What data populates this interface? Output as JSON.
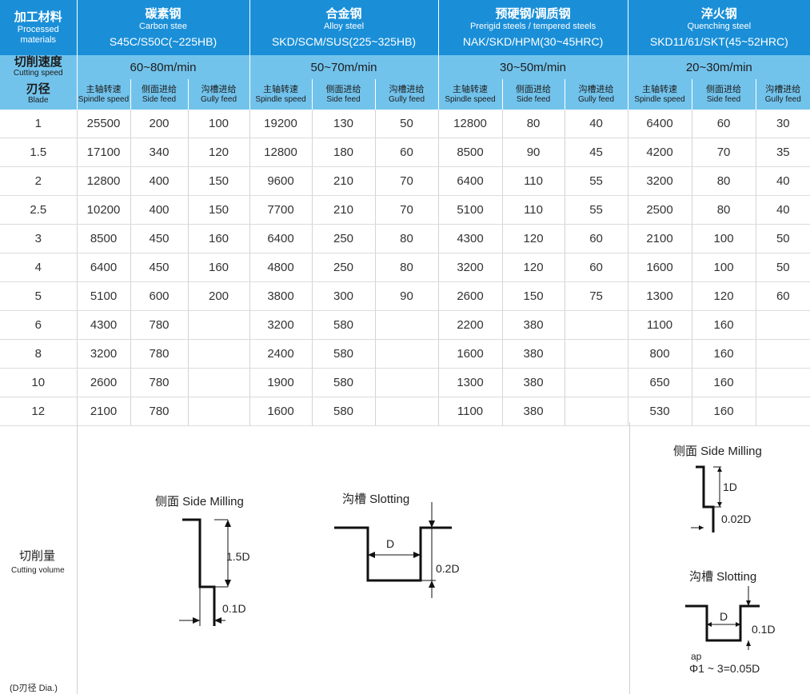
{
  "header": {
    "material_zh": "加工材料",
    "material_en": "Processed materials",
    "speed_zh": "切削速度",
    "speed_en": "Cutting speed",
    "blade_zh": "刃径",
    "blade_en": "Blade"
  },
  "materials": [
    {
      "zh": "碳素钢",
      "en": "Carbon stee",
      "spec": "S45C/S50C(~225HB)",
      "speed": "60~80m/min"
    },
    {
      "zh": "合金钢",
      "en": "Alloy steel",
      "spec": "SKD/SCM/SUS(225~325HB)",
      "speed": "50~70m/min"
    },
    {
      "zh": "预硬钢/调质钢",
      "en": "Prerigid steels / tempered steels",
      "spec": "NAK/SKD/HPM(30~45HRC)",
      "speed": "30~50m/min"
    },
    {
      "zh": "淬火钢",
      "en": "Quenching steel",
      "spec": "SKD11/61/SKT(45~52HRC)",
      "speed": "20~30m/min"
    }
  ],
  "subheaders": {
    "spindle_zh": "主轴转速",
    "spindle_en": "Spindle speed",
    "side_zh": "侧面进给",
    "side_en": "Side feed",
    "gully_zh": "沟槽进给",
    "gully_en": "Gully feed"
  },
  "rows": [
    [
      "1",
      "25500",
      "200",
      "100",
      "19200",
      "130",
      "50",
      "12800",
      "80",
      "40",
      "6400",
      "60",
      "30"
    ],
    [
      "1.5",
      "17100",
      "340",
      "120",
      "12800",
      "180",
      "60",
      "8500",
      "90",
      "45",
      "4200",
      "70",
      "35"
    ],
    [
      "2",
      "12800",
      "400",
      "150",
      "9600",
      "210",
      "70",
      "6400",
      "110",
      "55",
      "3200",
      "80",
      "40"
    ],
    [
      "2.5",
      "10200",
      "400",
      "150",
      "7700",
      "210",
      "70",
      "5100",
      "110",
      "55",
      "2500",
      "80",
      "40"
    ],
    [
      "3",
      "8500",
      "450",
      "160",
      "6400",
      "250",
      "80",
      "4300",
      "120",
      "60",
      "2100",
      "100",
      "50"
    ],
    [
      "4",
      "6400",
      "450",
      "160",
      "4800",
      "250",
      "80",
      "3200",
      "120",
      "60",
      "1600",
      "100",
      "50"
    ],
    [
      "5",
      "5100",
      "600",
      "200",
      "3800",
      "300",
      "90",
      "2600",
      "150",
      "75",
      "1300",
      "120",
      "60"
    ],
    [
      "6",
      "4300",
      "780",
      "",
      "3200",
      "580",
      "",
      "2200",
      "380",
      "",
      "1100",
      "160",
      ""
    ],
    [
      "8",
      "3200",
      "780",
      "",
      "2400",
      "580",
      "",
      "1600",
      "380",
      "",
      "800",
      "160",
      ""
    ],
    [
      "10",
      "2600",
      "780",
      "",
      "1900",
      "580",
      "",
      "1300",
      "380",
      "",
      "650",
      "160",
      ""
    ],
    [
      "12",
      "2100",
      "780",
      "",
      "1600",
      "580",
      "",
      "1100",
      "380",
      "",
      "530",
      "160",
      ""
    ]
  ],
  "cutting_volume": {
    "label_zh": "切削量",
    "label_en": "Cutting volume",
    "note": "(D刃径 Dia.)",
    "left": {
      "side_title": "侧面 Side Milling",
      "side_depth": "1.5D",
      "side_width": "0.1D",
      "slot_title": "沟槽 Slotting",
      "slot_d": "D",
      "slot_depth": "0.2D"
    },
    "right": {
      "side_title": "侧面 Side Milling",
      "side_depth": "1D",
      "side_width": "0.02D",
      "slot_title": "沟槽 Slotting",
      "slot_d": "D",
      "slot_depth": "0.1D",
      "ap_label": "ap",
      "ap_formula": "Φ1 ~ 3=0.05D"
    }
  },
  "colors": {
    "header_dark": "#1a8fd8",
    "header_light": "#72c3ec"
  }
}
